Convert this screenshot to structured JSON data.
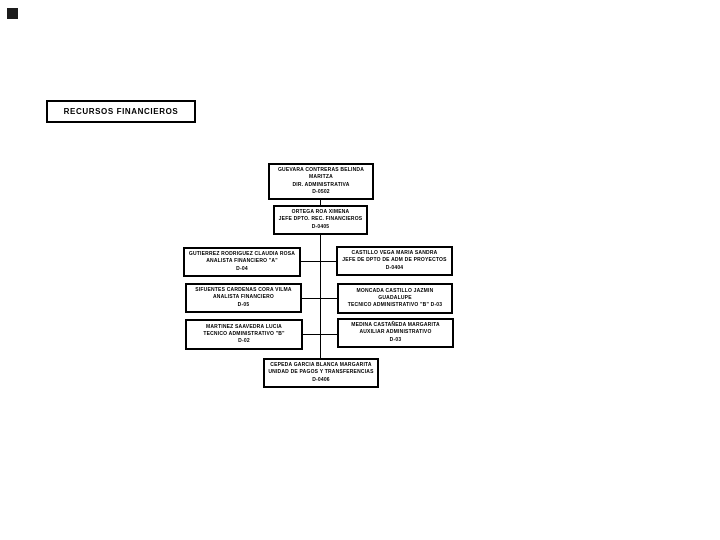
{
  "slide": {
    "background_color": "#ffffff",
    "corner_square_color": "#1c1c1c",
    "box_border_color": "#000000",
    "text_color": "#000000"
  },
  "title_box": {
    "label": "RECURSOS FINANCIEROS"
  },
  "org_chart": {
    "director": {
      "lines": [
        "GUEVARA CONTRERAS BELINDA",
        "MARITZA",
        "DIR. ADMINISTRATIVA",
        "D-0502"
      ]
    },
    "department_head": {
      "lines": [
        "ORTEGA ROA XIMENA",
        "JEFE DPTO. REC. FINANCIEROS",
        "D-0405"
      ]
    },
    "left_column": [
      {
        "lines": [
          "GUTIERREZ RODRIGUEZ CLAUDIA ROSA",
          "ANALISTA FINANCIERO \"A\"",
          "D-04"
        ]
      },
      {
        "lines": [
          "SIFUENTES CARDENAS CORA VILMA",
          "ANALISTA FINANCIERO",
          "D-05"
        ]
      },
      {
        "lines": [
          "MARTINEZ SAAVEDRA LUCIA",
          "TECNICO ADMINISTRATIVO \"B\"",
          "D-02"
        ]
      }
    ],
    "right_column": [
      {
        "lines": [
          "CASTILLO VEGA MARIA SANDRA",
          "JEFE DE DPTO DE ADM DE PROYECTOS",
          "D-0404"
        ]
      },
      {
        "lines": [
          "MONCADA CASTILLO JAZMIN",
          "GUADALUPE",
          "TECNICO ADMINISTRATIVO \"B\" D-03"
        ]
      },
      {
        "lines": [
          "MEDINA CASTAÑEDA MARGARITA",
          "AUXILIAR ADMINISTRATIVO",
          "D-03"
        ]
      }
    ],
    "bottom_unit": {
      "lines": [
        "CEPEDA GARCIA BLANCA MARGARITA",
        "UNIDAD DE PAGOS Y TRANSFERENCIAS",
        "D-0406"
      ]
    }
  }
}
